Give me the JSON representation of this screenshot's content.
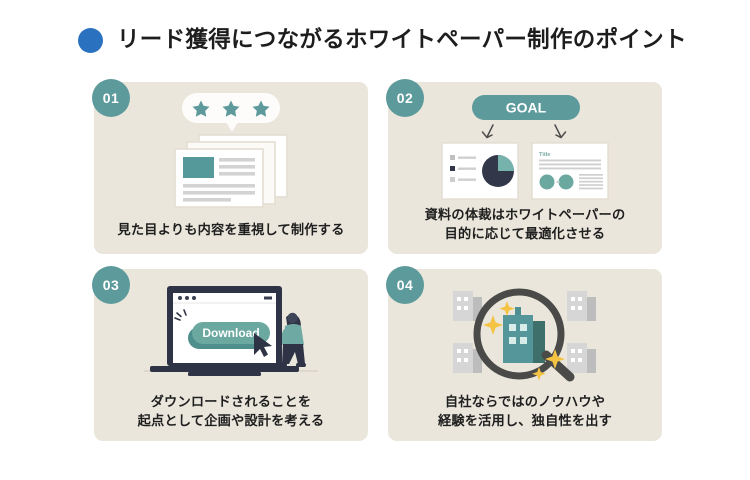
{
  "header": {
    "bullet_color": "#2a72c0",
    "title": "リード獲得につながるホワイトペーパー制作のポイント"
  },
  "theme": {
    "card_bg": "#eae6dc",
    "badge_bg": "#5d9a9b",
    "accent_teal": "#5d9a9b",
    "dark_navy": "#32374a",
    "page_bg": "#ffffff",
    "sparkle": "#f5c343"
  },
  "cards": [
    {
      "number": "01",
      "caption_lines": [
        "見た目よりも内容を重視して制作する"
      ],
      "art": {
        "name": "document-stack-with-star-rating",
        "rating_stars": 3,
        "documents": 3
      }
    },
    {
      "number": "02",
      "caption_lines": [
        "資料の体裁はホワイトペーパーの",
        "目的に応じて最適化させる"
      ],
      "art": {
        "name": "goal-to-two-slide-formats",
        "goal_label": "GOAL",
        "arrows": 2,
        "slide_left": "pie-chart-slide",
        "slide_right": "title-text-slide",
        "slide_right_title": "Title"
      }
    },
    {
      "number": "03",
      "caption_lines": [
        "ダウンロードされることを",
        "起点として企画や設計を考える"
      ],
      "art": {
        "name": "laptop-download-button",
        "button_label": "Download",
        "has_cursor": true,
        "has_person": true
      }
    },
    {
      "number": "04",
      "caption_lines": [
        "自社ならではのノウハウや",
        "経験を活用し、独自性を出す"
      ],
      "art": {
        "name": "magnifier-over-company-building",
        "gray_buildings": 4,
        "highlighted_buildings": 1,
        "sparkles": 4
      }
    }
  ]
}
